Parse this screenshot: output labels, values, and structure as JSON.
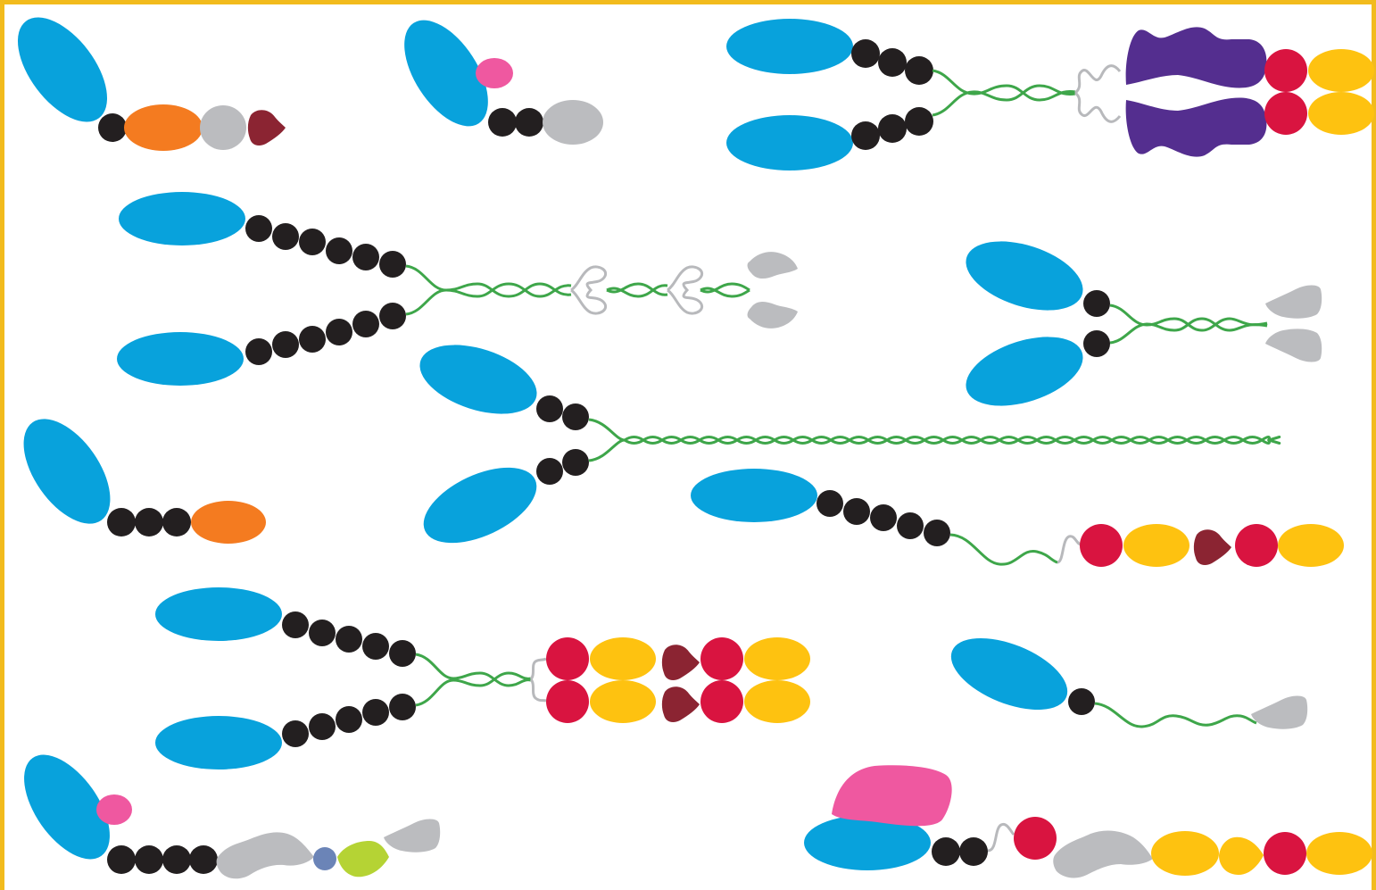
{
  "diagram": {
    "background": "#ffffff",
    "frame_color": "#f2bb1d",
    "text_labels": [],
    "colors": {
      "head": "#08a2dc",
      "linker_bead": "#231f20",
      "coiled_coil": "#3ea64a",
      "hinge": "#b8b9bc",
      "orange_domain": "#f47b20",
      "gray_domain": "#bbbcbf",
      "dark_red_domain": "#8b2432",
      "pink_domain": "#ef58a0",
      "purple_domain": "#542e8f",
      "crimson_domain": "#d91440",
      "yellow_domain": "#fec210",
      "slate_blue_domain": "#6b84b7",
      "lime_domain": "#b5d334"
    },
    "molecules": [
      {
        "id": "m1",
        "kind": "monomer",
        "head_pitch": "tilted",
        "iq_beads": 1,
        "tail": [
          "orange",
          "gray",
          "dark-red"
        ]
      },
      {
        "id": "m2",
        "kind": "monomer",
        "head_pitch": "tilted",
        "light_chain": "pink",
        "iq_beads": 2,
        "tail": [
          "gray"
        ]
      },
      {
        "id": "m3",
        "kind": "dimer",
        "iq_beads": 3,
        "coiled_coil": true,
        "tail": [
          "purple",
          "crimson",
          "yellow"
        ]
      },
      {
        "id": "m4",
        "kind": "dimer",
        "iq_beads": 6,
        "coiled_coil": true,
        "hinges": 2,
        "tail": [
          "gray"
        ]
      },
      {
        "id": "m5",
        "kind": "dimer",
        "iq_beads": 1,
        "coiled_coil": true,
        "tail": [
          "gray"
        ]
      },
      {
        "id": "m6",
        "kind": "dimer",
        "iq_beads": 2,
        "coiled_coil": true,
        "tail": []
      },
      {
        "id": "m7",
        "kind": "monomer",
        "head_pitch": "tilted",
        "iq_beads": 3,
        "tail": [
          "orange"
        ]
      },
      {
        "id": "m8",
        "kind": "monomer",
        "iq_beads": 5,
        "tail": [
          "crimson",
          "yellow",
          "dark-red",
          "crimson",
          "yellow"
        ]
      },
      {
        "id": "m9",
        "kind": "dimer",
        "iq_beads": 5,
        "coiled_coil": true,
        "tail": [
          "crimson",
          "yellow",
          "dark-red",
          "crimson",
          "yellow"
        ]
      },
      {
        "id": "m10",
        "kind": "monomer",
        "iq_beads": 1,
        "tail": [
          "gray"
        ]
      },
      {
        "id": "m11",
        "kind": "monomer",
        "head_pitch": "tilted",
        "light_chain": "pink",
        "iq_beads": 4,
        "tail": [
          "gray",
          "slate-blue",
          "lime",
          "gray"
        ]
      },
      {
        "id": "m12",
        "kind": "monomer",
        "light_chain": "pink",
        "iq_beads": 2,
        "tail": [
          "crimson",
          "gray",
          "yellow",
          "yellow",
          "crimson",
          "yellow"
        ]
      }
    ]
  }
}
